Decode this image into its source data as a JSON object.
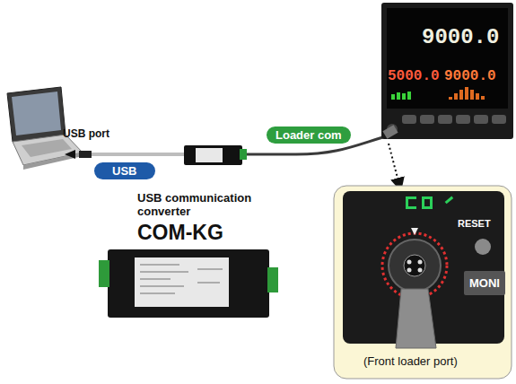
{
  "diagram": {
    "nodes": [
      {
        "text": [
          "USB"
        ]
      },
      {
        "text": [
          "Loader com"
        ]
      },
      {
        "text": [
          "MONI"
        ]
      }
    ],
    "labels": [
      "USB port",
      "USB communication converter",
      "COM-KG",
      "9000.0",
      "5000.0",
      "9000.0",
      "RESET",
      "(Front loader port)"
    ]
  }
}
